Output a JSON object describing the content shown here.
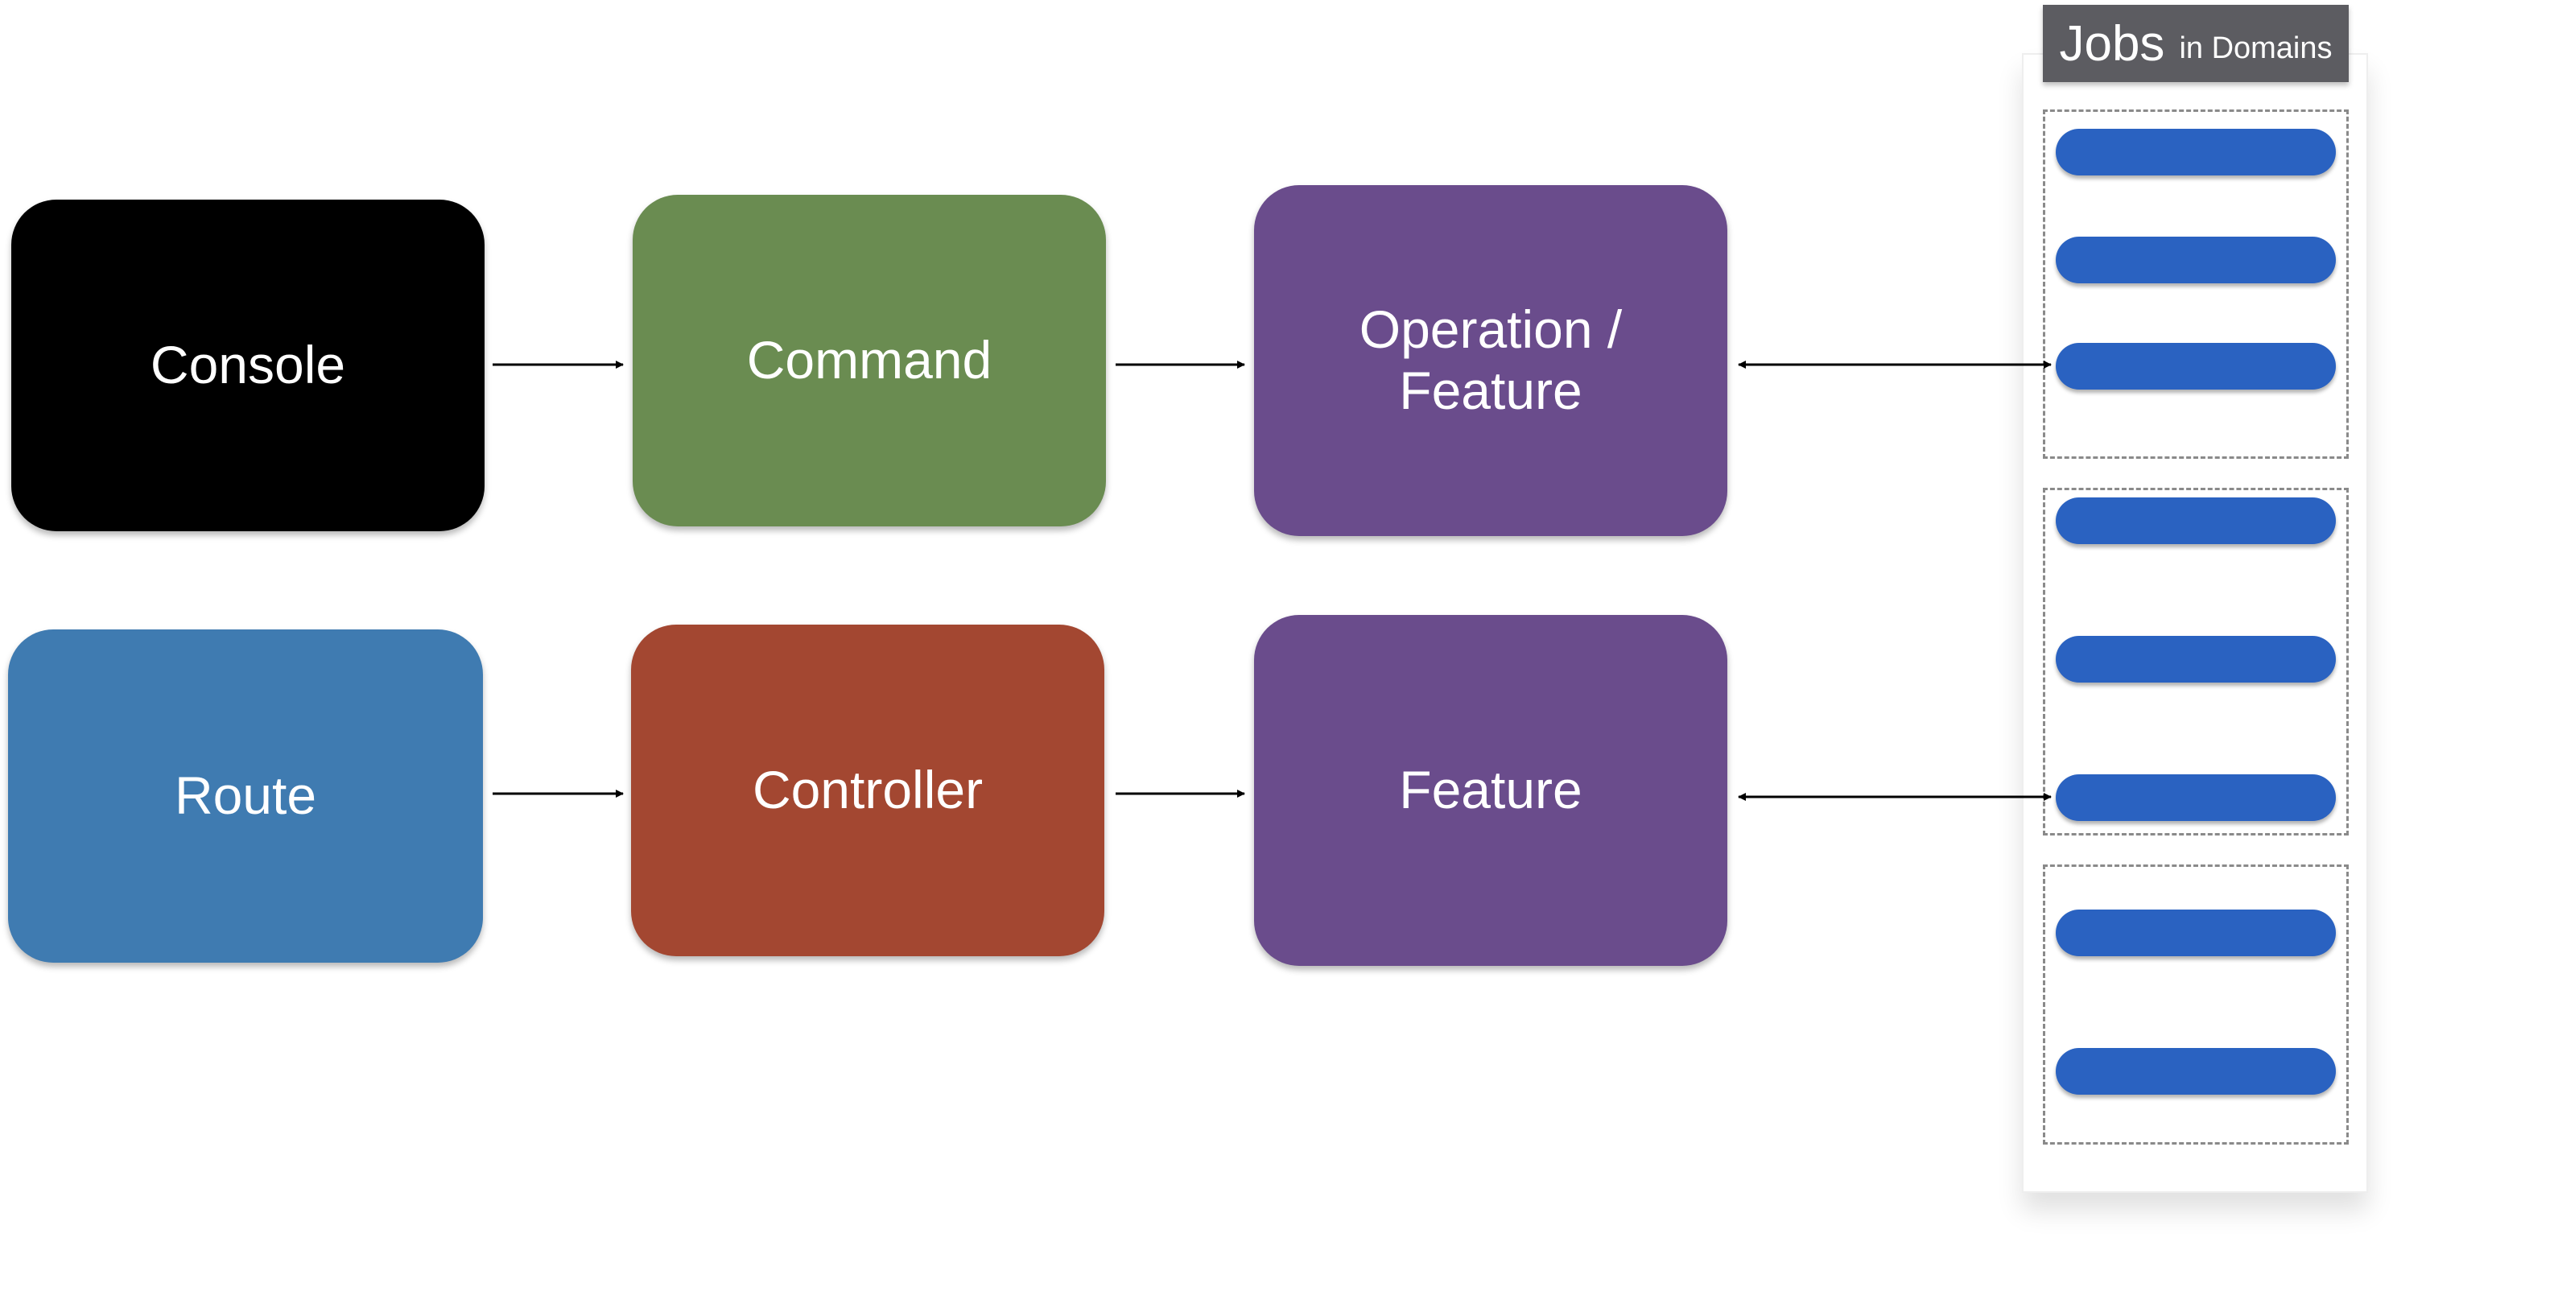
{
  "diagram": {
    "nodes": {
      "console": {
        "label": "Console",
        "color": "#000000"
      },
      "command": {
        "label": "Command",
        "color": "#6a8c51"
      },
      "operation_feature": {
        "line1": "Operation /",
        "line2": "Feature",
        "color": "#6a4c8c"
      },
      "route": {
        "label": "Route",
        "color": "#3f7bb1"
      },
      "controller": {
        "label": "Controller",
        "color": "#a34731"
      },
      "feature": {
        "label": "Feature",
        "color": "#6a4c8c"
      }
    },
    "edges": [
      {
        "from": "console",
        "to": "command",
        "direction": "forward"
      },
      {
        "from": "command",
        "to": "operation_feature",
        "direction": "forward"
      },
      {
        "from": "operation_feature",
        "to": "jobs",
        "direction": "both"
      },
      {
        "from": "route",
        "to": "controller",
        "direction": "forward"
      },
      {
        "from": "controller",
        "to": "feature",
        "direction": "forward"
      },
      {
        "from": "feature",
        "to": "jobs",
        "direction": "both"
      }
    ],
    "jobs_panel": {
      "title_main": "Jobs",
      "title_sub": "in Domains",
      "job_color": "#2a62c1",
      "groups": [
        {
          "job_count": 3
        },
        {
          "job_count": 3
        },
        {
          "job_count": 2
        }
      ]
    }
  }
}
